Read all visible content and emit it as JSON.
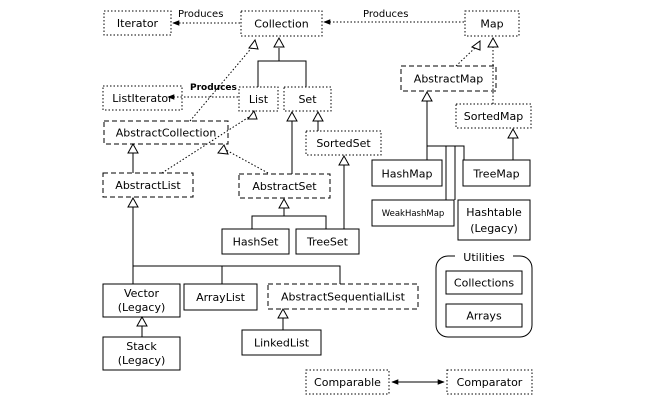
{
  "nodes": {
    "iterator": "Iterator",
    "collection": "Collection",
    "map": "Map",
    "list_iterator": "ListIterator",
    "list": "List",
    "set": "Set",
    "abstract_map": "AbstractMap",
    "abstract_collection": "AbstractCollection",
    "sorted_map": "SortedMap",
    "sorted_set": "SortedSet",
    "abstract_list": "AbstractList",
    "abstract_set": "AbstractSet",
    "hash_map": "HashMap",
    "tree_map": "TreeMap",
    "weak_hash_map": "WeakHashMap",
    "hashtable": [
      "Hashtable",
      "(Legacy)"
    ],
    "hash_set": "HashSet",
    "tree_set": "TreeSet",
    "vector": [
      "Vector",
      "(Legacy)"
    ],
    "array_list": "ArrayList",
    "abstract_sequential_list": "AbstractSequentialList",
    "stack": [
      "Stack",
      "(Legacy)"
    ],
    "linked_list": "LinkedList",
    "comparable": "Comparable",
    "comparator": "Comparator"
  },
  "utilities": {
    "title": "Utilities",
    "collections": "Collections",
    "arrays": "Arrays"
  },
  "edge_labels": {
    "collection_produces_iterator": "Produces",
    "map_produces_collection": "Produces",
    "list_produces_listiterator": "Produces"
  }
}
